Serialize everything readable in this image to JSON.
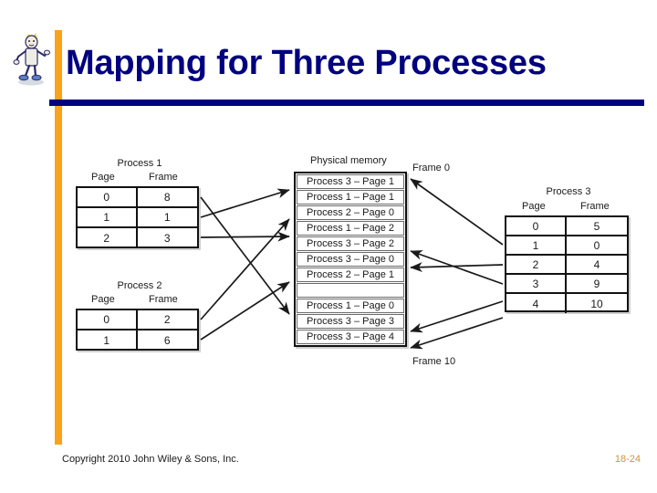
{
  "slide": {
    "title": "Mapping for Three Processes",
    "accent_color": "#F9A21B",
    "title_color": "#000080",
    "rule_color": "#000080"
  },
  "clipart": {
    "name": "cartoon-person-clipart"
  },
  "diagram": {
    "physical_memory_label": "Physical memory",
    "frame_top_label": "Frame 0",
    "frame_bottom_label": "Frame 10",
    "memory_frames": [
      "Process 3 – Page 1",
      "Process 1 – Page 1",
      "Process 2 – Page 0",
      "Process 1 – Page 2",
      "Process 3 – Page 2",
      "Process 3 – Page 0",
      "Process 2 – Page 1",
      "",
      "Process 1 – Page 0",
      "Process 3 – Page 3",
      "Process 3 – Page 4"
    ],
    "tables": [
      {
        "title": "Process 1",
        "headers": [
          "Page",
          "Frame"
        ],
        "rows": [
          [
            "0",
            "8"
          ],
          [
            "1",
            "1"
          ],
          [
            "2",
            "3"
          ]
        ]
      },
      {
        "title": "Process 2",
        "headers": [
          "Page",
          "Frame"
        ],
        "rows": [
          [
            "0",
            "2"
          ],
          [
            "1",
            "6"
          ]
        ]
      },
      {
        "title": "Process 3",
        "headers": [
          "Page",
          "Frame"
        ],
        "rows": [
          [
            "0",
            "5"
          ],
          [
            "1",
            "0"
          ],
          [
            "2",
            "4"
          ],
          [
            "3",
            "9"
          ],
          [
            "4",
            "10"
          ]
        ]
      }
    ]
  },
  "footer": {
    "copyright": "Copyright 2010 John Wiley & Sons, Inc.",
    "page_number": "18-24",
    "page_number_color": "#C9963C"
  }
}
